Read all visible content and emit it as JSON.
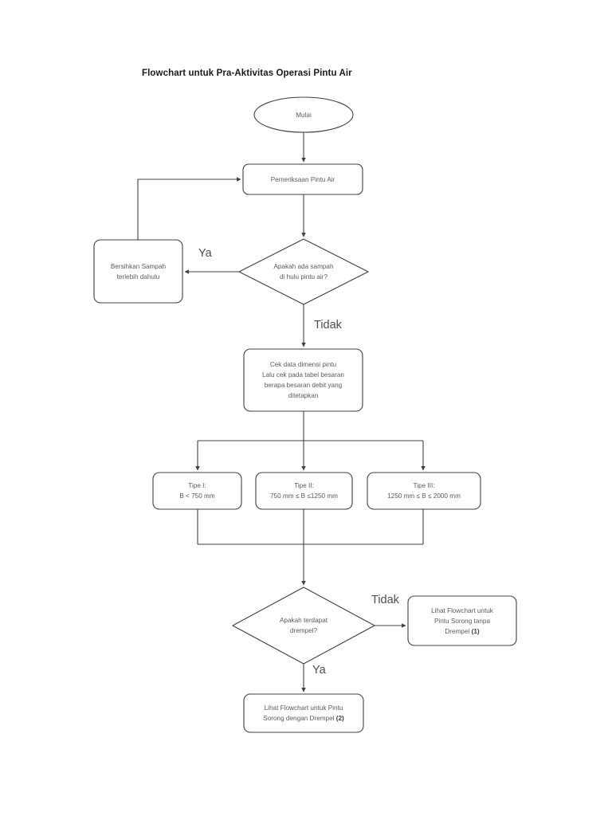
{
  "document": {
    "title": "Flowchart untuk Pra-Aktivitas Operasi Pintu Air"
  },
  "colors": {
    "stroke": "#3f3f3f",
    "text": "#5a5a5a",
    "title_text": "#1a1a1a",
    "edge_label_text": "#4d4d4d",
    "background": "#ffffff"
  },
  "chart_data": {
    "type": "diagram",
    "title": "Flowchart untuk Pra-Aktivitas Operasi Pintu Air",
    "nodes": [
      {
        "id": "start",
        "shape": "ellipse",
        "lines": [
          "Mulai"
        ]
      },
      {
        "id": "pemeriksaan",
        "shape": "rounded-rect",
        "lines": [
          "Pemeriksaan Pintu Air"
        ]
      },
      {
        "id": "decision-sampah",
        "shape": "diamond",
        "lines": [
          "Apakah ada sampah",
          "di hulu pintu air?"
        ]
      },
      {
        "id": "bersihkan",
        "shape": "rounded-rect",
        "lines": [
          "Bersihkan Sampah",
          "terlebih dahulu"
        ]
      },
      {
        "id": "cek-data",
        "shape": "rounded-rect",
        "lines": [
          "Cek data dimensi pintu",
          "Lalu cek pada tabel besaran",
          "berapa besaran debit yang",
          "ditetapkan"
        ]
      },
      {
        "id": "tipe-1",
        "shape": "rounded-rect",
        "lines": [
          "Tipe I:",
          "B < 750 mm"
        ]
      },
      {
        "id": "tipe-2",
        "shape": "rounded-rect",
        "lines": [
          "Tipe II:",
          "750 mm ≤ B ≤1250 mm"
        ]
      },
      {
        "id": "tipe-3",
        "shape": "rounded-rect",
        "lines": [
          "Tipe III:",
          "1250 mm ≤ B ≤ 2000 mm"
        ]
      },
      {
        "id": "decision-drempel",
        "shape": "diamond",
        "lines": [
          "Apakah terdapat",
          "drempel?"
        ]
      },
      {
        "id": "tanpa-drempel",
        "shape": "rounded-rect",
        "lines": [
          "Lihat Flowchart untuk",
          "Pintu Sorong tanpa",
          "Drempel (1)"
        ],
        "bold_suffix": "(1)"
      },
      {
        "id": "dengan-drempel",
        "shape": "rounded-rect",
        "lines": [
          "Lihat Flowchart  untuk Pintu",
          "Sorong dengan Drempel (2)"
        ],
        "bold_suffix": "(2)"
      }
    ],
    "edges": [
      {
        "from": "start",
        "to": "pemeriksaan",
        "label": ""
      },
      {
        "from": "pemeriksaan",
        "to": "decision-sampah",
        "label": ""
      },
      {
        "from": "decision-sampah",
        "to": "bersihkan",
        "label": "Ya"
      },
      {
        "from": "bersihkan",
        "to": "pemeriksaan",
        "label": ""
      },
      {
        "from": "decision-sampah",
        "to": "cek-data",
        "label": "Tidak"
      },
      {
        "from": "cek-data",
        "to": "tipe-1",
        "label": ""
      },
      {
        "from": "cek-data",
        "to": "tipe-2",
        "label": ""
      },
      {
        "from": "cek-data",
        "to": "tipe-3",
        "label": ""
      },
      {
        "from": "tipe-1",
        "to": "decision-drempel",
        "label": ""
      },
      {
        "from": "tipe-2",
        "to": "decision-drempel",
        "label": ""
      },
      {
        "from": "tipe-3",
        "to": "decision-drempel",
        "label": ""
      },
      {
        "from": "decision-drempel",
        "to": "tanpa-drempel",
        "label": "Tidak"
      },
      {
        "from": "decision-drempel",
        "to": "dengan-drempel",
        "label": "Ya"
      }
    ]
  },
  "labels": {
    "start": {
      "l1": "Mulai"
    },
    "pemeriksaan": {
      "l1": "Pemeriksaan Pintu Air"
    },
    "decision_sampah": {
      "l1": "Apakah ada sampah",
      "l2": "di hulu pintu air?"
    },
    "bersihkan": {
      "l1": "Bersihkan Sampah",
      "l2": "terlebih dahulu"
    },
    "cek_data": {
      "l1": "Cek data dimensi pintu",
      "l2": "Lalu cek pada tabel besaran",
      "l3": "berapa besaran debit yang",
      "l4": "ditetapkan"
    },
    "tipe1": {
      "l1": "Tipe I:",
      "l2": "B < 750 mm"
    },
    "tipe2": {
      "l1": "Tipe II:",
      "l2": "750 mm ≤ B ≤1250 mm"
    },
    "tipe3": {
      "l1": "Tipe III:",
      "l2": "1250 mm ≤ B ≤ 2000 mm"
    },
    "decision_drempel": {
      "l1": "Apakah terdapat",
      "l2": "drempel?"
    },
    "tanpa_drempel": {
      "l1": "Lihat Flowchart untuk",
      "l2": "Pintu Sorong tanpa",
      "l3": "Drempel ",
      "l3b": "(1)"
    },
    "dengan_drempel": {
      "l1": "Lihat Flowchart  untuk Pintu",
      "l2a": "Sorong dengan Drempel ",
      "l2b": "(2)"
    },
    "edges": {
      "ya_sampah": "Ya",
      "tidak_sampah": "Tidak",
      "tidak_drempel": "Tidak",
      "ya_drempel": "Ya"
    }
  }
}
